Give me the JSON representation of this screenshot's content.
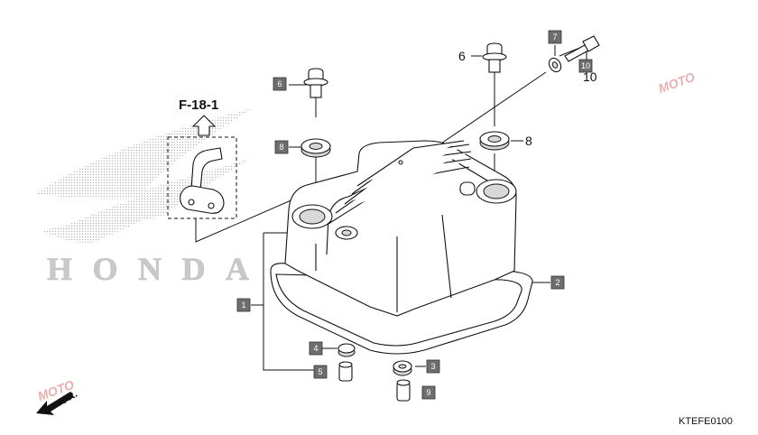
{
  "reference": "F-18-1",
  "diagram_code": "KTEFE0100",
  "direction_label": "FR.",
  "background_logo": "HONDA",
  "watermark": "MOTO",
  "callouts": {
    "c1": "1",
    "c2": "2",
    "c3": "3",
    "c4": "4",
    "c5": "5",
    "c6": "6",
    "c6b": "6",
    "c7": "7",
    "c8": "8",
    "c8b": "8",
    "c9": "9",
    "c10": "10",
    "c10b": "10"
  },
  "colors": {
    "callout_fill": "#6e6e6e",
    "line": "#111111",
    "watermark": "#e8b0b0"
  }
}
